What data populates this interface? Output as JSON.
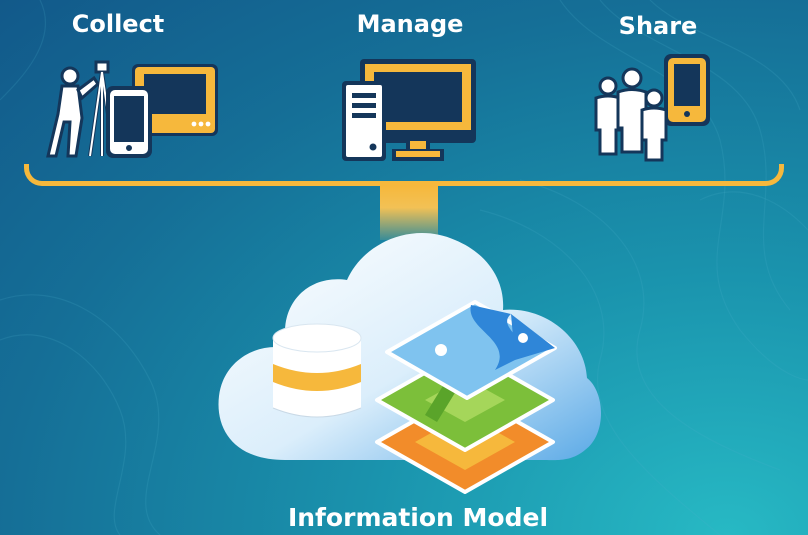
{
  "labels": {
    "collect": "Collect",
    "manage": "Manage",
    "share": "Share",
    "information_model": "Information Model"
  },
  "icons": {
    "collect": [
      "surveyor-icon",
      "phone-icon",
      "tablet-icon"
    ],
    "manage": [
      "desktop-computer-icon",
      "server-tower-icon"
    ],
    "share": [
      "people-group-icon",
      "phone-icon"
    ],
    "model": [
      "cloud-icon",
      "database-icon",
      "map-layers-icon"
    ]
  },
  "colors": {
    "accent": "#f6b83c",
    "navy": "#14365a",
    "background": "#156f97",
    "map_water": "#2f86d8",
    "map_green": "#7cbf3a",
    "map_orange": "#f28c2a"
  }
}
